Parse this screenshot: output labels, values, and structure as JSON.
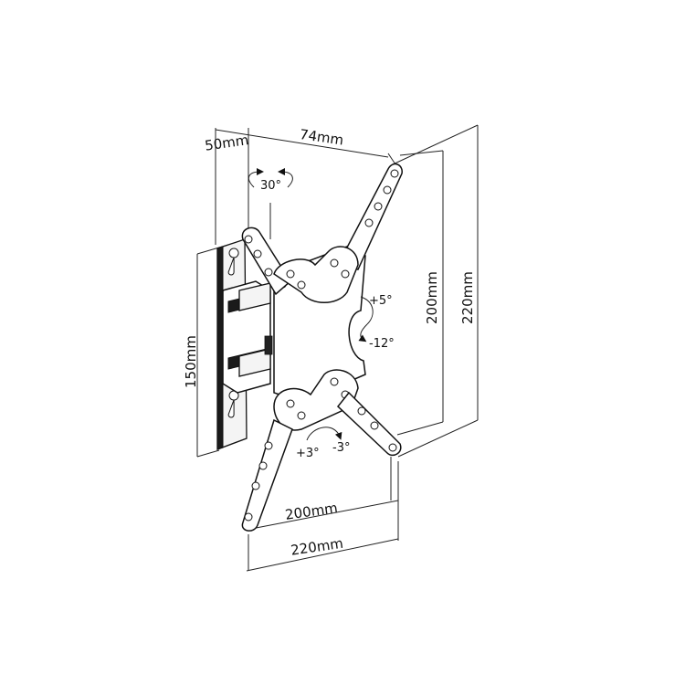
{
  "dimensions": {
    "depth_label": "50mm",
    "arm_label": "74mm",
    "vertical_inner_label": "200mm",
    "vertical_outer_label": "220mm",
    "wall_plate_label": "150mm",
    "horizontal_inner_label": "200mm",
    "horizontal_outer_label": "220mm"
  },
  "angles": {
    "swivel_label": "30°",
    "tilt_up_label": "+5°",
    "tilt_down_label": "-12°",
    "rotate_pos_label": "+3°",
    "rotate_neg_label": "-3°"
  }
}
